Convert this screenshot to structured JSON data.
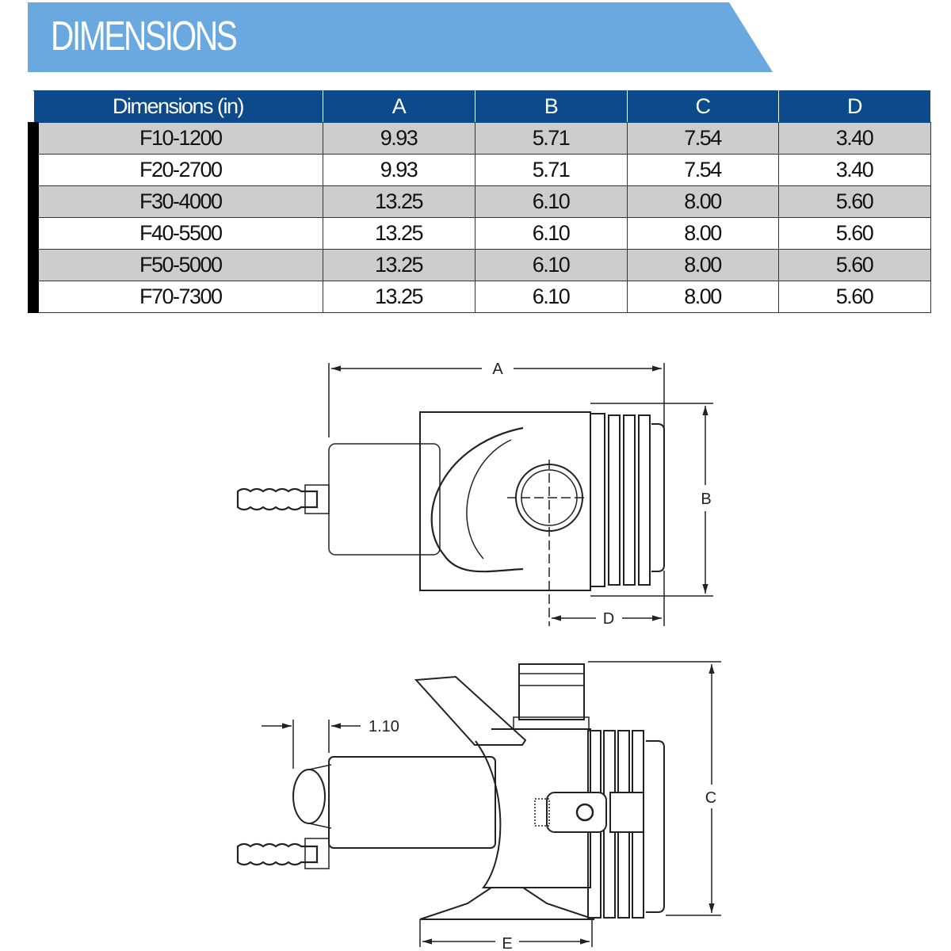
{
  "banner": {
    "title": "DIMENSIONS",
    "color": "#6aa8e0"
  },
  "table": {
    "header_color": "#0d4a8b",
    "columns": [
      "Dimensions (in)",
      "A",
      "B",
      "C",
      "D"
    ],
    "rows": [
      [
        "F10-1200",
        "9.93",
        "5.71",
        "7.54",
        "3.40"
      ],
      [
        "F20-2700",
        "9.93",
        "5.71",
        "7.54",
        "3.40"
      ],
      [
        "F30-4000",
        "13.25",
        "6.10",
        "8.00",
        "5.60"
      ],
      [
        "F40-5500",
        "13.25",
        "6.10",
        "8.00",
        "5.60"
      ],
      [
        "F50-5000",
        "13.25",
        "6.10",
        "8.00",
        "5.60"
      ],
      [
        "F70-7300",
        "13.25",
        "6.10",
        "8.00",
        "5.60"
      ]
    ]
  },
  "diagram": {
    "top_view": {
      "label_a": "A",
      "label_b": "B",
      "label_d": "D"
    },
    "side_view": {
      "label_c": "C",
      "label_e": "E",
      "label_offset": "1.10"
    }
  }
}
